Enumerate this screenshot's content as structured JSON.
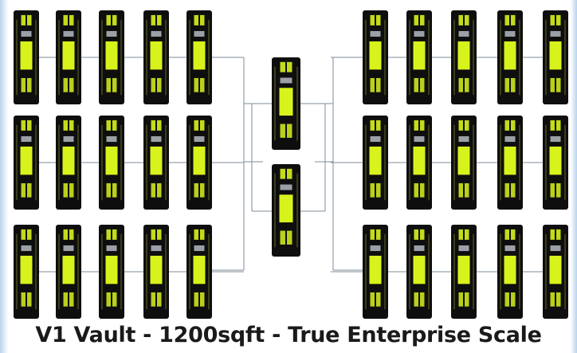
{
  "caption": "V1 Vault - 1200sqft - True Enterprise Scale",
  "colors": {
    "cabinet_body": "#0e0e0e",
    "panel_yellow": "#d8f21c",
    "panel_grey": "#9aa0a6",
    "cable": "#7f8c99"
  },
  "layout_summary": {
    "left_bank": {
      "rows": 3,
      "cabinets_per_row": 5
    },
    "right_bank": {
      "rows": 3,
      "cabinets_per_row": 5
    },
    "center_core": {
      "cabinets": 2
    }
  }
}
